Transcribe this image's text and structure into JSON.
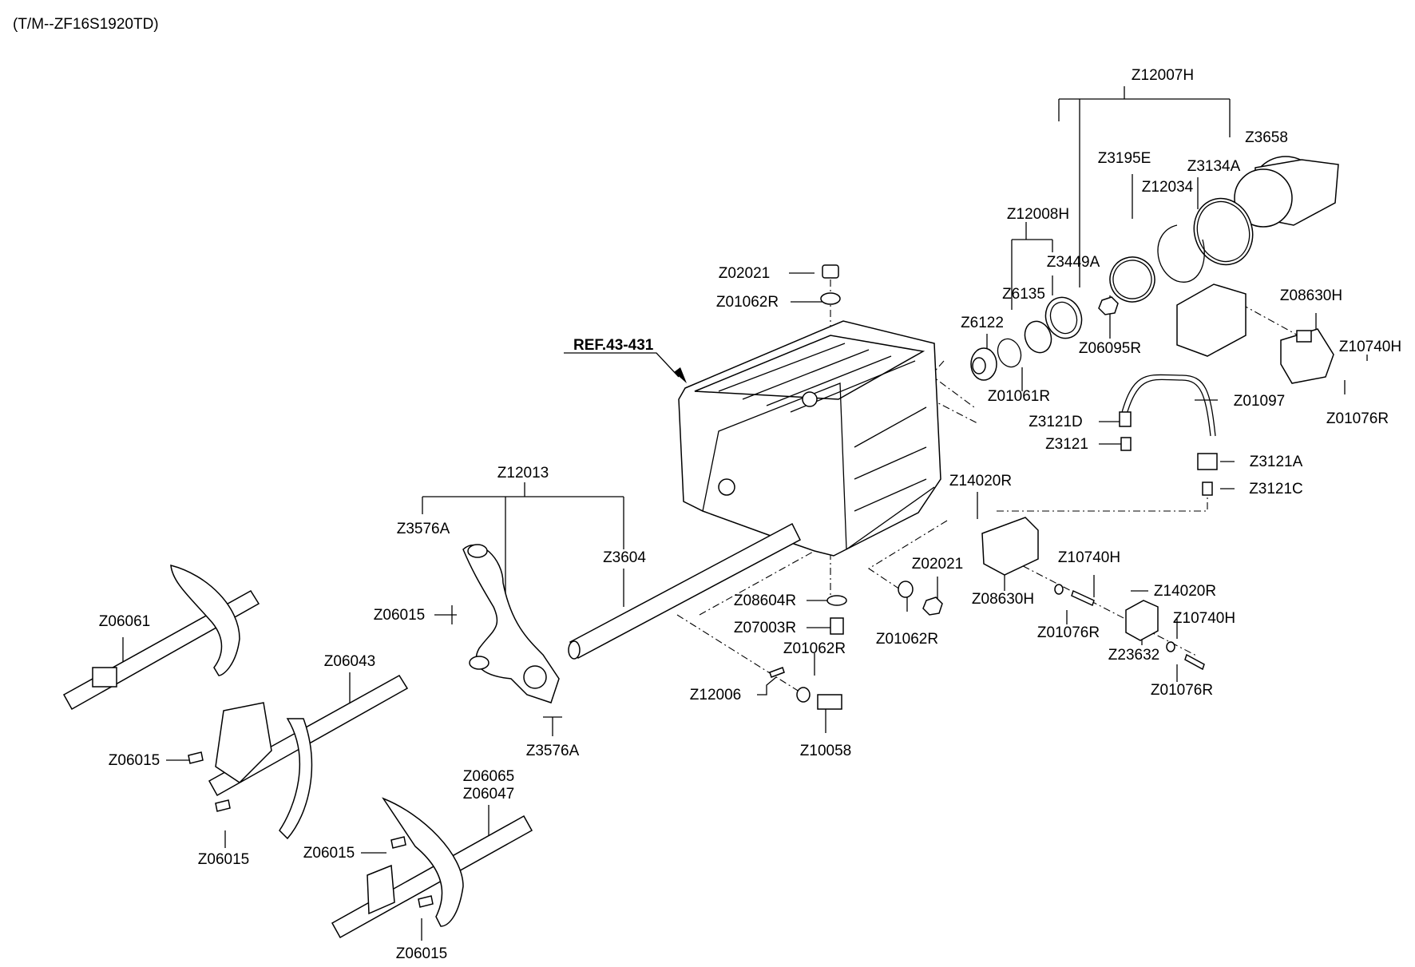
{
  "header": {
    "model": "(T/M--ZF16S1920TD)"
  },
  "reference": {
    "label": "REF.43-431"
  },
  "callouts": [
    "Z12007H",
    "Z3195E",
    "Z3134A",
    "Z3658",
    "Z12034",
    "Z12008H",
    "Z3449A",
    "Z02021",
    "Z01062R",
    "Z6135",
    "Z6122",
    "Z06095R",
    "Z08630H",
    "Z10740H",
    "Z01061R",
    "Z01097",
    "Z01076R",
    "Z3121D",
    "Z3121",
    "Z3121A",
    "Z3121C",
    "Z14020R",
    "Z12013",
    "Z3576A",
    "Z3604",
    "Z02021",
    "Z06061",
    "Z06015",
    "Z08604R",
    "Z08630H",
    "Z10740H",
    "Z14020R",
    "Z07003R",
    "Z01062R",
    "Z01076R",
    "Z10740H",
    "Z06043",
    "Z01062R",
    "Z23632",
    "Z12006",
    "Z01076R",
    "Z3576A",
    "Z06015",
    "Z10058",
    "Z06065",
    "Z06047",
    "Z06015",
    "Z06015",
    "Z06015"
  ]
}
